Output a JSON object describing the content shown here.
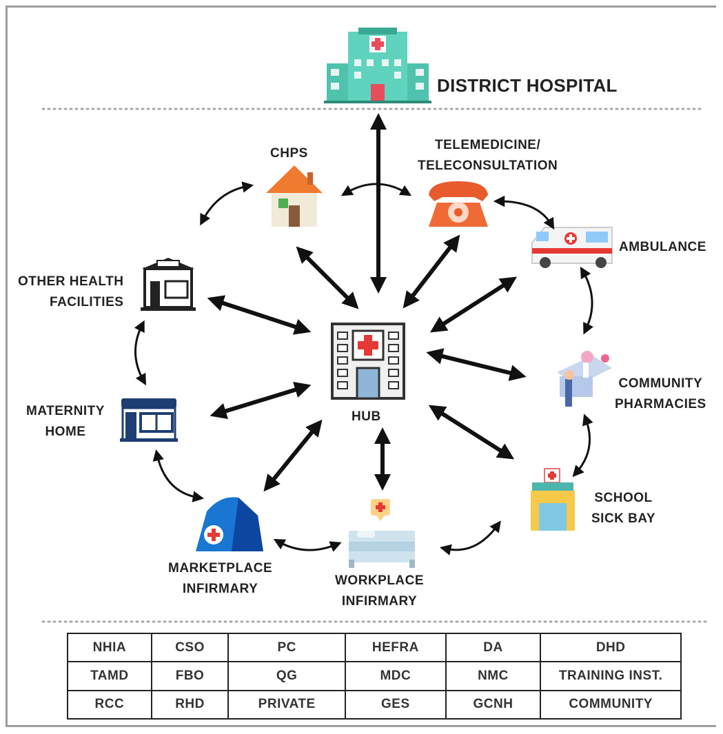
{
  "labels": {
    "district_hospital": "DISTRICT HOSPITAL",
    "chps": "CHPS",
    "telemedicine_line1": "TELEMEDICINE/",
    "telemedicine_line2": "TELECONSULTATION",
    "ambulance": "AMBULANCE",
    "other_health_line1": "OTHER HEALTH",
    "other_health_line2": "FACILITIES",
    "hub": "HUB",
    "community_pharmacies_line1": "COMMUNITY",
    "community_pharmacies_line2": "PHARMACIES",
    "maternity_line1": "MATERNITY",
    "maternity_line2": "HOME",
    "school_line1": "SCHOOL",
    "school_line2": "SICK BAY",
    "marketplace_line1": "MARKETPLACE",
    "marketplace_line2": "INFIRMARY",
    "workplace_line1": "WORKPLACE",
    "workplace_line2": "INFIRMARY"
  },
  "stakeholders": [
    [
      "NHIA",
      "CSO",
      "PC",
      "HEFRA",
      "DA",
      "DHD"
    ],
    [
      "TAMD",
      "FBO",
      "QG",
      "MDC",
      "NMC",
      "TRAINING INST."
    ],
    [
      "RCC",
      "RHD",
      "PRIVATE",
      "GES",
      "GCNH",
      "COMMUNITY"
    ]
  ],
  "icons": {
    "district_hospital": "hospital-building-icon",
    "chps": "house-icon",
    "telemedicine": "rotary-phone-icon",
    "ambulance": "ambulance-icon",
    "other_health": "clinic-icon",
    "hub": "hub-hospital-icon",
    "community_pharmacies": "pharmacy-icon",
    "maternity": "maternity-store-icon",
    "school": "school-sickbay-icon",
    "marketplace": "tent-icon",
    "workplace": "hospital-bed-icon"
  }
}
